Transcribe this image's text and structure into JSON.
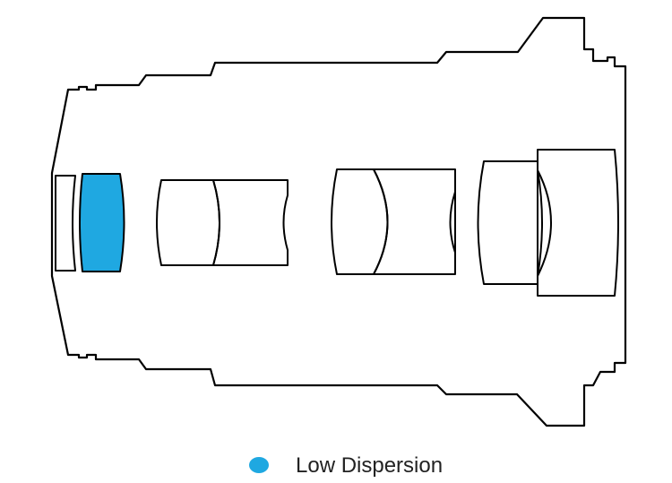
{
  "diagram": {
    "low_dispersion_color": "#1fa8e1",
    "line_color": "#000000",
    "lens_groups": [
      {
        "name": "group-1",
        "elements": [
          "plain",
          "low-dispersion"
        ]
      },
      {
        "name": "group-2",
        "elements": [
          "plain",
          "plain"
        ]
      },
      {
        "name": "group-3",
        "elements": [
          "plain",
          "plain"
        ]
      },
      {
        "name": "group-4",
        "elements": [
          "plain",
          "plain"
        ]
      }
    ]
  },
  "legend": {
    "items": [
      {
        "label": "Low Dispersion",
        "color": "#1fa8e1"
      }
    ]
  }
}
